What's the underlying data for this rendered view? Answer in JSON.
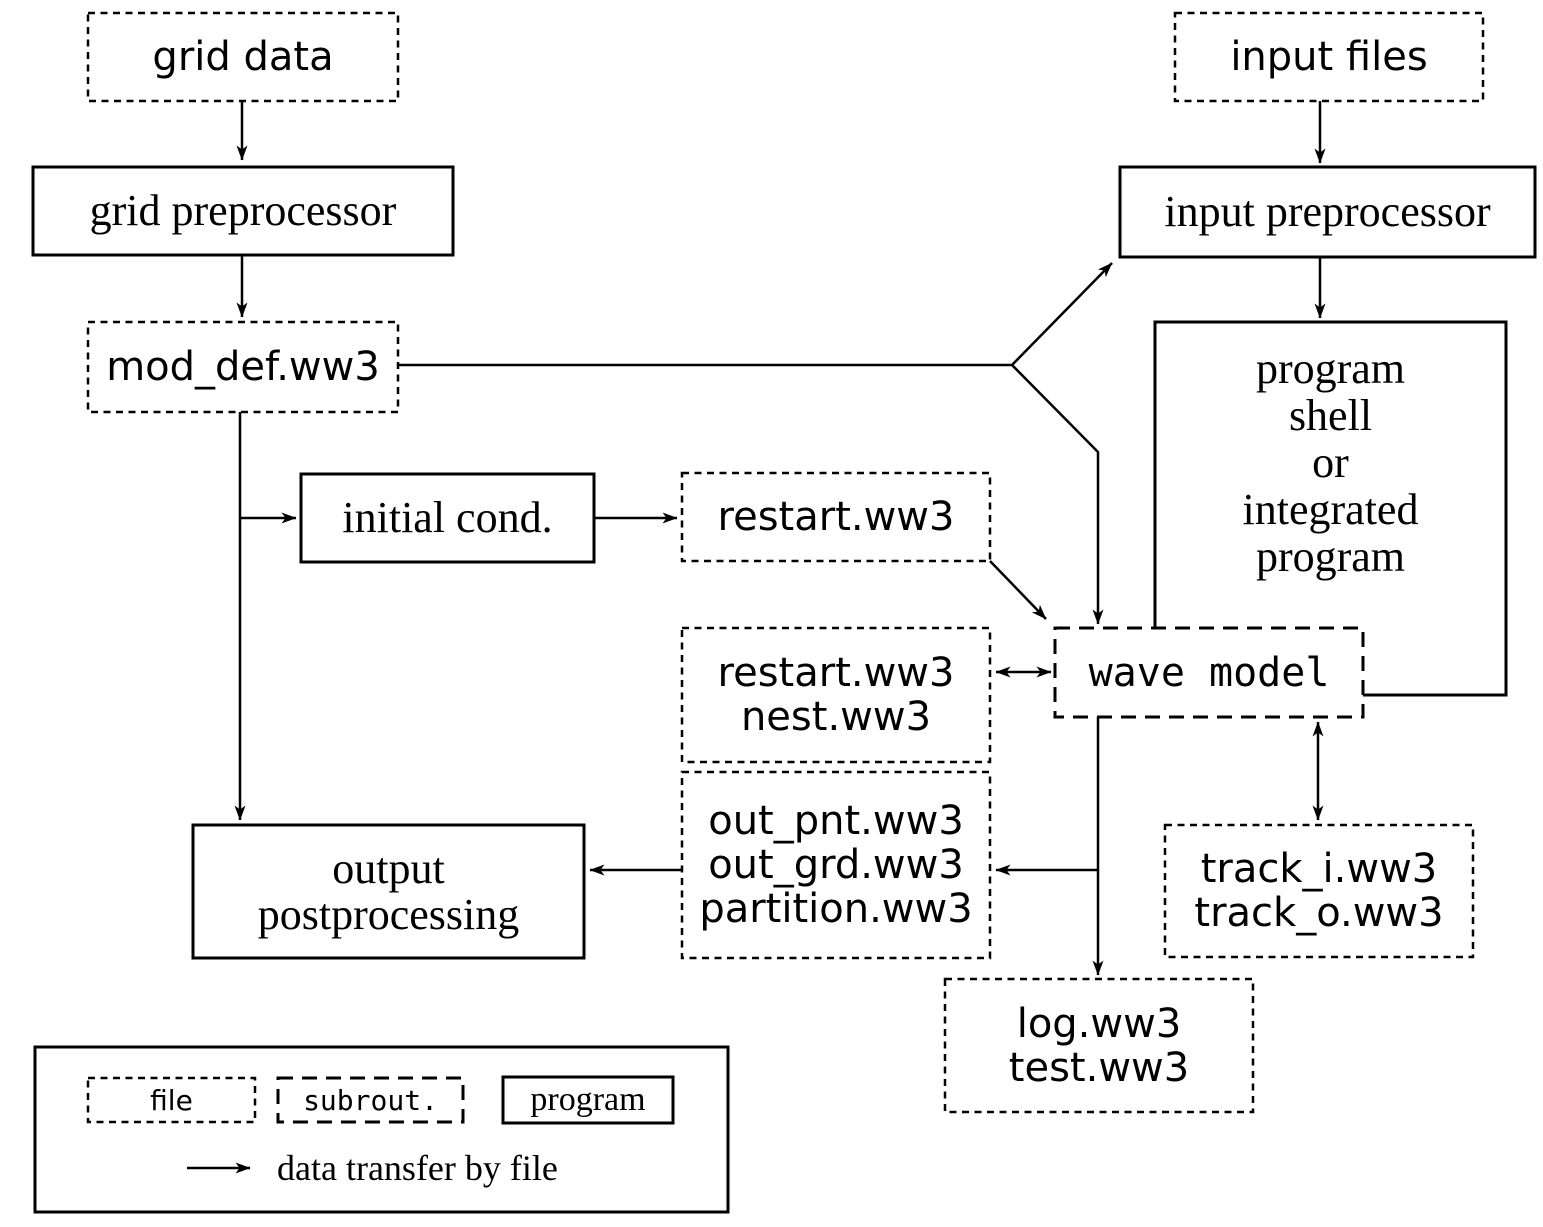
{
  "diagram": {
    "nodes": {
      "grid_data": {
        "label": "grid data",
        "type": "file"
      },
      "grid_preprocessor": {
        "label": "grid preprocessor",
        "type": "program"
      },
      "mod_def": {
        "label": "mod_def.ww3",
        "type": "file"
      },
      "input_files": {
        "label": "input files",
        "type": "file"
      },
      "input_preprocessor": {
        "label": "input preprocessor",
        "type": "program"
      },
      "program_shell": {
        "lines": [
          "program",
          "shell",
          "or",
          "integrated",
          "program"
        ],
        "type": "program"
      },
      "initial_cond": {
        "label": "initial cond.",
        "type": "program"
      },
      "restart": {
        "label": "restart.ww3",
        "type": "file"
      },
      "restart_nest": {
        "lines": [
          "restart.ww3",
          "nest.ww3"
        ],
        "type": "file"
      },
      "out_files": {
        "lines": [
          "out_pnt.ww3",
          "out_grd.ww3",
          "partition.ww3"
        ],
        "type": "file"
      },
      "wave_model": {
        "label": "wave model",
        "type": "subroutine"
      },
      "track_files": {
        "lines": [
          "track_i.ww3",
          "track_o.ww3"
        ],
        "type": "file"
      },
      "log_test": {
        "lines": [
          "log.ww3",
          "test.ww3"
        ],
        "type": "file"
      },
      "output_postprocessing": {
        "lines": [
          "output",
          "postprocessing"
        ],
        "type": "program"
      }
    },
    "legend": {
      "file": "file",
      "subroutine": "subrout.",
      "program": "program",
      "arrow": "data transfer by file"
    },
    "colors": {
      "line": "#000000",
      "background": "#ffffff",
      "text": "#000000"
    }
  }
}
